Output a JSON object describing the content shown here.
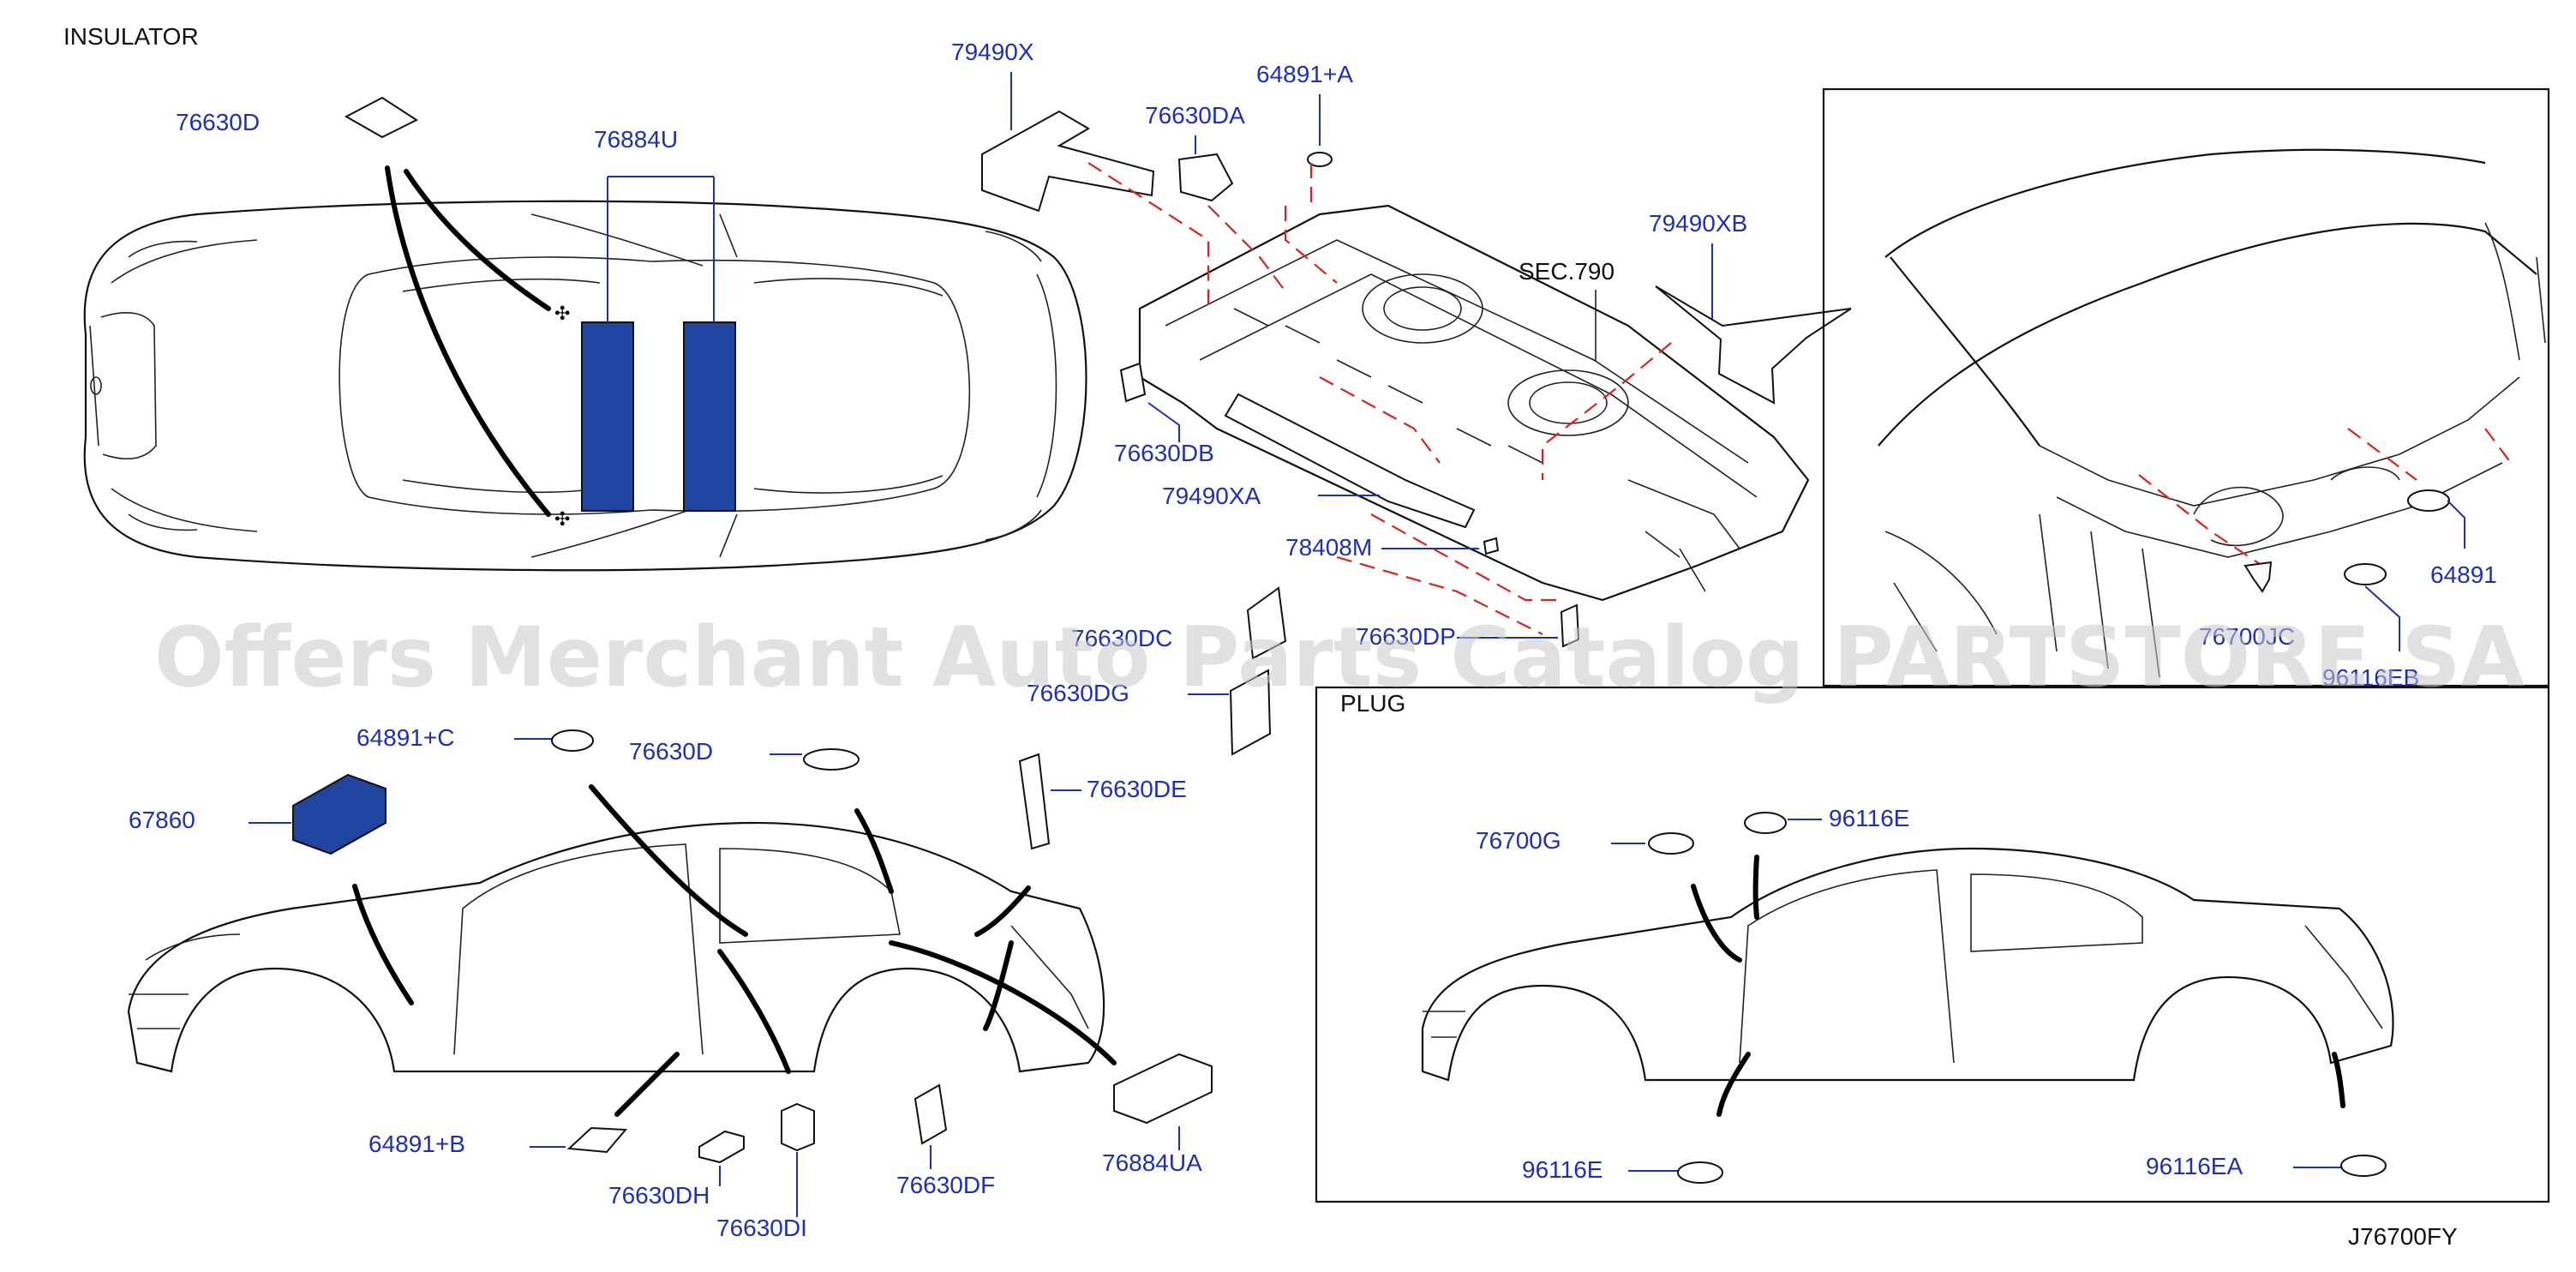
{
  "diagram": {
    "header_insulator": "INSULATOR",
    "header_plug": "PLUG",
    "section_ref": "SEC.790",
    "diagram_code": "J76700FY",
    "watermark": "Offers Merchant Auto Parts Catalog PARTSTORE.SA",
    "colors": {
      "label": "#1f2fb8",
      "leader": "#1f2fb8",
      "dashed_guide": "#e02020",
      "insulator_fill": "#1f45a0"
    },
    "labels": {
      "p76630D_top": "76630D",
      "p76884U": "76884U",
      "p79490X": "79490X",
      "p76630DA": "76630DA",
      "p64891A": "64891+A",
      "p79490XB": "79490XB",
      "p76630DB": "76630DB",
      "p79490XA": "79490XA",
      "p78408M": "78408M",
      "p76630DC": "76630DC",
      "p76630DP": "76630DP",
      "p76630DG": "76630DG",
      "p64891": "64891",
      "p76700JC": "76700JC",
      "p96116EB": "96116EB",
      "p64891C": "64891+C",
      "p76630D_mid": "76630D",
      "p76630DE": "76630DE",
      "p67860": "67860",
      "p64891B": "64891+B",
      "p76630DH": "76630DH",
      "p76630DI": "76630DI",
      "p76630DF": "76630DF",
      "p76884UA": "76884UA",
      "p76700G": "76700G",
      "p96116E_top": "96116E",
      "p96116E_bot": "96116E",
      "p96116EA": "96116EA"
    }
  }
}
